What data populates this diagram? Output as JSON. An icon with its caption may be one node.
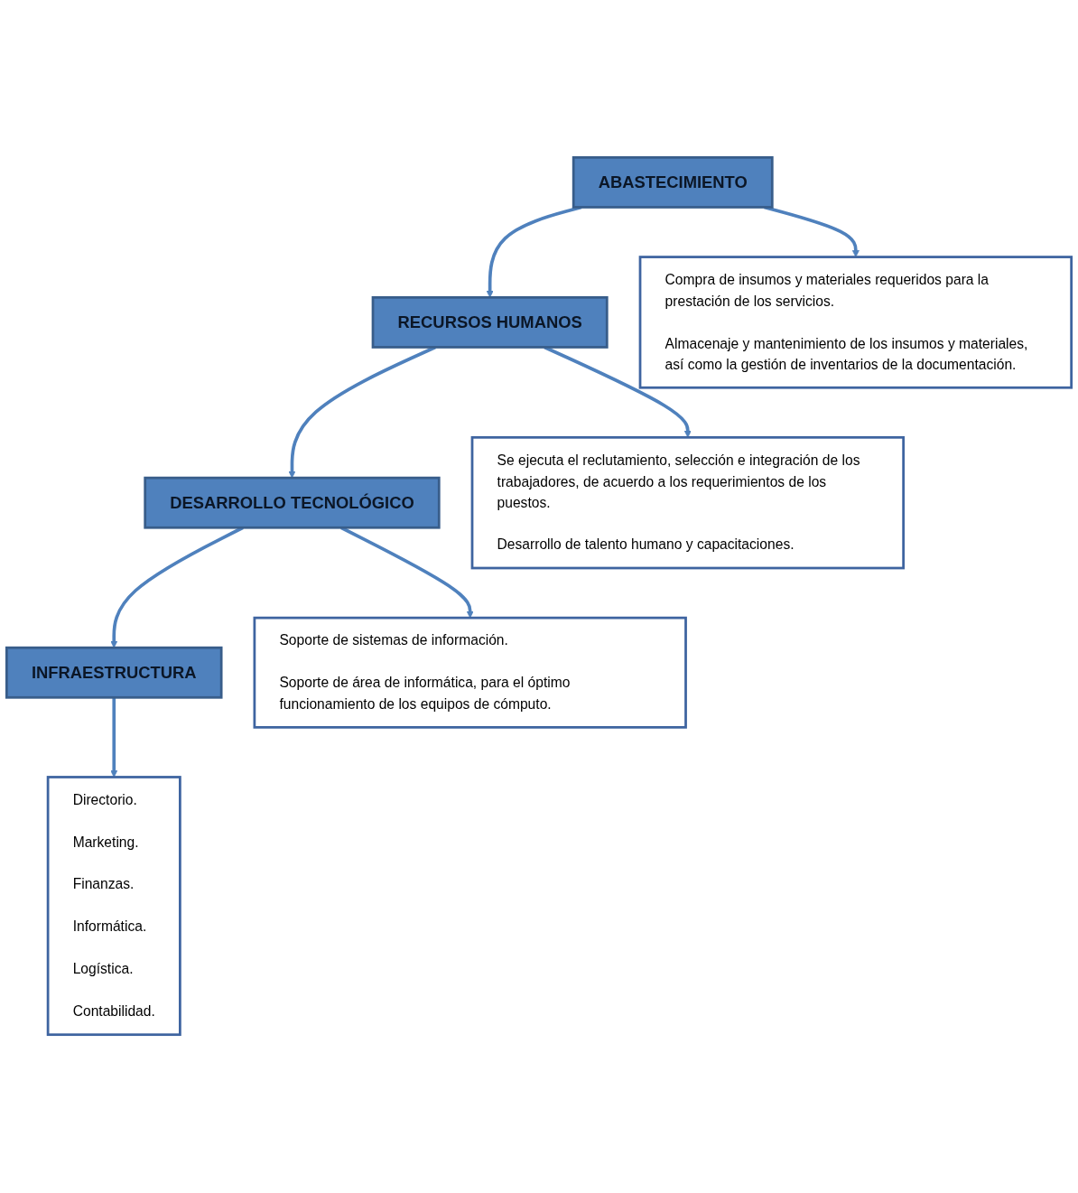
{
  "diagram": {
    "nodes": [
      {
        "text": [
          "ABASTECIMIENTO"
        ]
      },
      {
        "text": [
          "RECURSOS HUMANOS"
        ]
      },
      {
        "text": [
          "DESARROLLO TECNOLÓGICO"
        ]
      },
      {
        "text": [
          "INFRAESTRUCTURA"
        ]
      },
      {
        "text": [
          "Compra de insumos y materiales requeridos para la prestación de los servicios.",
          "Almacenaje y mantenimiento de los insumos y materiales, así como la gestión de inventarios de la documentación."
        ]
      },
      {
        "text": [
          "Se ejecuta el reclutamiento, selección e integración de los trabajadores, de acuerdo a los requerimientos de los puestos.",
          "Desarrollo de talento humano y capacitaciones."
        ]
      },
      {
        "text": [
          "Soporte de sistemas de información.",
          "Soporte de área de informática, para el óptimo funcionamiento de los equipos de cómputo."
        ]
      },
      {
        "text": [
          "Directorio.",
          "Marketing.",
          "Finanzas.",
          "Informática.",
          "Logística.",
          "Contabilidad."
        ]
      }
    ],
    "edges": [
      {
        "from": 0,
        "to": 4,
        "arrow": "to"
      },
      {
        "from": 0,
        "to": 1,
        "arrow": "to"
      },
      {
        "from": 1,
        "to": 5,
        "arrow": "to"
      },
      {
        "from": 1,
        "to": 2,
        "arrow": "to"
      },
      {
        "from": 2,
        "to": 6,
        "arrow": "to"
      },
      {
        "from": 2,
        "to": 3,
        "arrow": "to"
      },
      {
        "from": 3,
        "to": 7,
        "arrow": "to"
      }
    ]
  }
}
